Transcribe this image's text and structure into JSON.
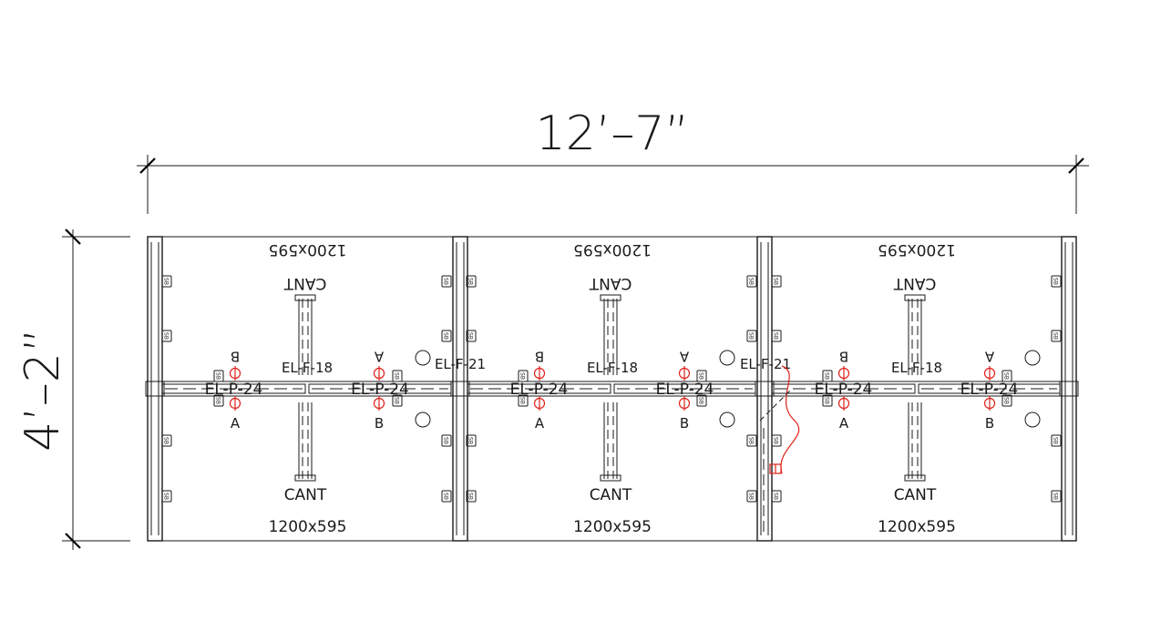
{
  "dimensions": {
    "width_label": "12’–7”",
    "depth_label": "4’–2”"
  },
  "desk_tops": [
    {
      "label": "1200x595"
    },
    {
      "label": "1200x595"
    },
    {
      "label": "1200x595"
    },
    {
      "label": "1200x595"
    },
    {
      "label": "1200x595"
    },
    {
      "label": "1200x595"
    }
  ],
  "cantilever_label": "CANT",
  "panel_tags": {
    "spine_panel": "EL-P-24",
    "end_panel_18": "EL-F-18",
    "end_panel_21": "EL-F-21"
  },
  "grommet_labels": {
    "a": "A",
    "b": "B"
  },
  "small_tag": "SB",
  "colors": {
    "line": "#1a1a1a",
    "power": "#e0201a",
    "background": "#ffffff"
  }
}
